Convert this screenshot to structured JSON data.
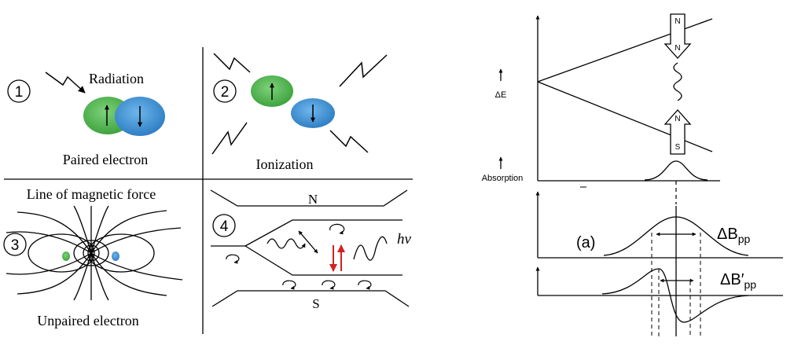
{
  "colors": {
    "green": "#3fa33f",
    "blue": "#2f7fc4",
    "red": "#d42020",
    "ink": "#000000"
  },
  "left_panel": {
    "q1": {
      "number": "1",
      "radiation": "Radiation",
      "caption": "Paired electron"
    },
    "q2": {
      "number": "2",
      "caption": "Ionization"
    },
    "q3": {
      "number": "3",
      "field_title": "Line of magnetic force",
      "caption": "Unpaired electron"
    },
    "q4": {
      "number": "4",
      "north": "N",
      "south": "S",
      "photon": "hν"
    }
  },
  "right_panel": {
    "top": {
      "north_top": "N",
      "north_bottom": "N",
      "south": "S",
      "delta_e": "ΔE",
      "absorption": "Absorption"
    },
    "middle": {
      "label_a": "(a)",
      "delta_bpp": "ΔB",
      "delta_bpp_sub": "pp"
    },
    "bottom": {
      "delta_bpp_prime": "ΔB′",
      "delta_bpp_prime_sub": "pp"
    }
  }
}
